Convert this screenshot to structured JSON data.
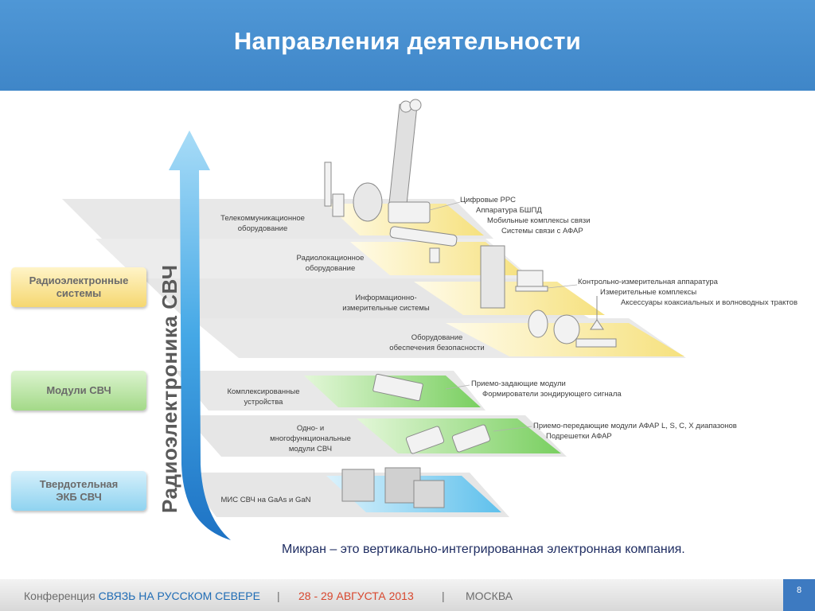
{
  "header": {
    "title": "Направления деятельности"
  },
  "badges": {
    "radio": [
      "Радиоэлектронные",
      "системы"
    ],
    "modules": "Модули СВЧ",
    "solid": [
      "Твердотельная",
      "ЭКБ СВЧ"
    ]
  },
  "vertical_label": "Радиоэлектроника СВЧ",
  "layers": {
    "telecom": [
      "Телекоммуникационное",
      "оборудование"
    ],
    "radar": [
      "Радиолокационное",
      "оборудование"
    ],
    "info": [
      "Информационно-",
      "измерительные системы"
    ],
    "security": [
      "Оборудование",
      "обеспечения безопасности"
    ],
    "complex": [
      "Комплексированные",
      "устройства"
    ],
    "multi": [
      "Одно- и",
      "многофункциональные",
      "модули СВЧ"
    ],
    "mis": "МИС СВЧ на GaAs и GaN"
  },
  "right_labels": {
    "telecom": [
      "Цифровые РРС",
      "Аппаратура БШПД",
      "Мобильные комплексы связи",
      "Системы связи с АФАР"
    ],
    "measure": [
      "Контрольно-измерительная аппаратура",
      "Измерительные комплексы",
      "Аксессуары коаксиальных и волноводных трактов"
    ],
    "modules1": [
      "Приемо-задающие модули",
      "Формирователи зондирующего сигнала"
    ],
    "modules2": [
      "Приемо-передающие модули АФАР L, S, C, X диапазонов",
      "Подрешетки АФАР"
    ]
  },
  "tagline": "Микран – это вертикально-интегрированная электронная компания.",
  "footer": {
    "conf_prefix": "Конференция",
    "conf_name": "СВЯЗЬ НА РУССКОМ СЕВЕРЕ",
    "sep": "|",
    "dates": "28 - 29 АВГУСТА 2013",
    "city": "МОСКВА",
    "page": "8"
  },
  "colors": {
    "header": "#4a90d2",
    "accent_blue": "#3d7ac1",
    "yellow": "#f5d770",
    "green": "#7fd06a",
    "cyan": "#6fc7ee",
    "date_red": "#d8472e"
  }
}
